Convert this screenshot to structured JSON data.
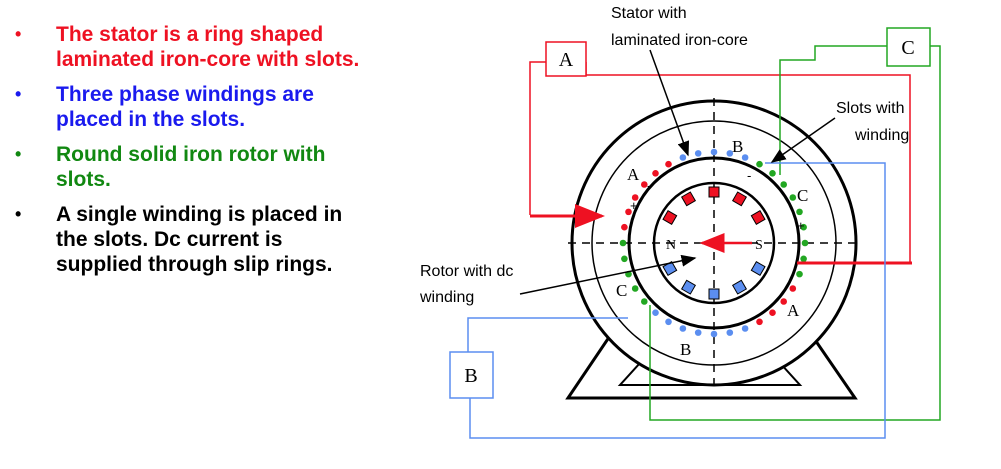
{
  "bullets": [
    {
      "text": "The stator is a ring shaped laminated iron-core with slots.",
      "color": "#ee1122"
    },
    {
      "text": "Three phase windings are  placed in the slots.",
      "color": "#1a1aee"
    },
    {
      "text": "Round solid iron rotor with slots.",
      "color": "#118811"
    },
    {
      "text": "A single winding is placed in the slots. Dc current is supplied through slip rings.",
      "color": "#000000"
    }
  ],
  "diagram": {
    "stator_label": [
      "Stator with",
      "laminated iron-core"
    ],
    "slots_label": [
      "Slots with",
      "winding"
    ],
    "rotor_label": [
      "Rotor with dc",
      "winding"
    ],
    "phase_boxes": {
      "a": "A",
      "b": "B",
      "c": "C"
    },
    "coil_labels": {
      "a_top": "A",
      "a_bottom": "A",
      "b_top": "B",
      "b_bottom": "B",
      "c_right": "C",
      "c_left": "C"
    },
    "poles": {
      "north": "N",
      "south": "S"
    },
    "signs": {
      "a_top": "-",
      "a_plus": "+",
      "b_top": "-",
      "c_right": "+"
    },
    "colors": {
      "phase_a": "#ee1122",
      "phase_b": "#5b8ef0",
      "phase_c": "#22a722",
      "outline": "#000000"
    }
  }
}
